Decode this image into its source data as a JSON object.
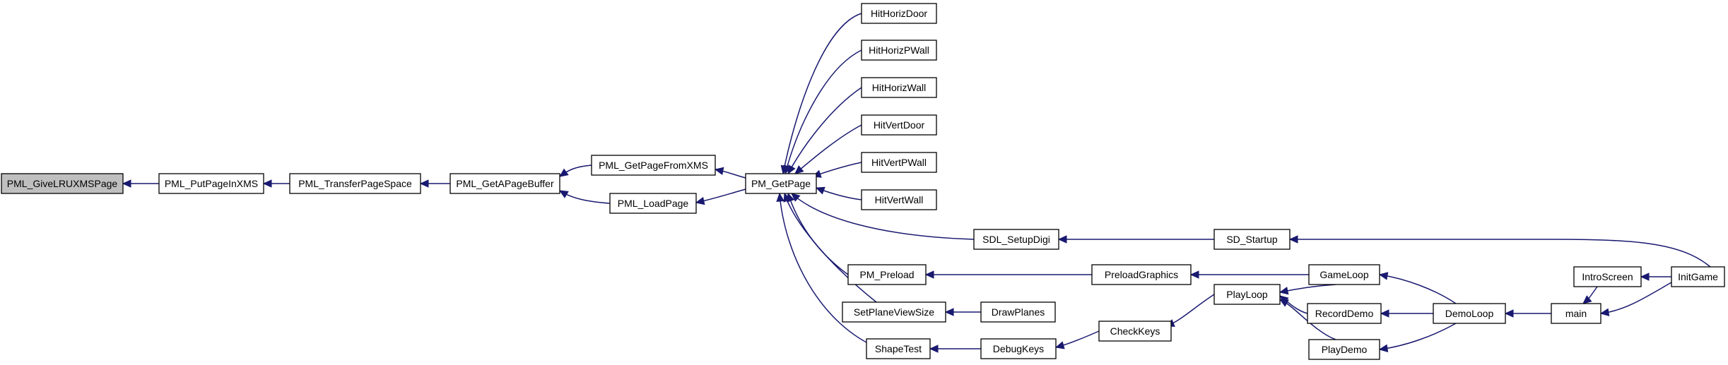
{
  "diagram": {
    "type": "caller-graph",
    "colors": {
      "edge": "#191970",
      "node_border": "#000000",
      "root_fill": "#bfbfbf",
      "node_fill": "#ffffff"
    },
    "nodes": [
      {
        "id": "giveLRU",
        "label": "PML_GiveLRUXMSPage",
        "root": true
      },
      {
        "id": "putPage",
        "label": "PML_PutPageInXMS"
      },
      {
        "id": "transfer",
        "label": "PML_TransferPageSpace"
      },
      {
        "id": "getAPage",
        "label": "PML_GetAPageBuffer"
      },
      {
        "id": "fromXMS",
        "label": "PML_GetPageFromXMS"
      },
      {
        "id": "loadPage",
        "label": "PML_LoadPage"
      },
      {
        "id": "getPage",
        "label": "PM_GetPage"
      },
      {
        "id": "hhDoor",
        "label": "HitHorizDoor"
      },
      {
        "id": "hhPWall",
        "label": "HitHorizPWall"
      },
      {
        "id": "hhWall",
        "label": "HitHorizWall"
      },
      {
        "id": "hvDoor",
        "label": "HitVertDoor"
      },
      {
        "id": "hvPWall",
        "label": "HitVertPWall"
      },
      {
        "id": "hvWall",
        "label": "HitVertWall"
      },
      {
        "id": "setupDigi",
        "label": "SDL_SetupDigi"
      },
      {
        "id": "sdStartup",
        "label": "SD_Startup"
      },
      {
        "id": "preload",
        "label": "PM_Preload"
      },
      {
        "id": "preloadGfx",
        "label": "PreloadGraphics"
      },
      {
        "id": "setPlane",
        "label": "SetPlaneViewSize"
      },
      {
        "id": "drawPlanes",
        "label": "DrawPlanes"
      },
      {
        "id": "shapeTest",
        "label": "ShapeTest"
      },
      {
        "id": "debugKeys",
        "label": "DebugKeys"
      },
      {
        "id": "checkKeys",
        "label": "CheckKeys"
      },
      {
        "id": "playLoop",
        "label": "PlayLoop"
      },
      {
        "id": "gameLoop",
        "label": "GameLoop"
      },
      {
        "id": "recordDemo",
        "label": "RecordDemo"
      },
      {
        "id": "playDemo",
        "label": "PlayDemo"
      },
      {
        "id": "demoLoop",
        "label": "DemoLoop"
      },
      {
        "id": "main",
        "label": "main"
      },
      {
        "id": "introScreen",
        "label": "IntroScreen"
      },
      {
        "id": "initGame",
        "label": "InitGame"
      }
    ],
    "edges": [
      {
        "from": "putPage",
        "to": "giveLRU"
      },
      {
        "from": "transfer",
        "to": "putPage"
      },
      {
        "from": "getAPage",
        "to": "transfer"
      },
      {
        "from": "fromXMS",
        "to": "getAPage"
      },
      {
        "from": "loadPage",
        "to": "getAPage"
      },
      {
        "from": "getPage",
        "to": "fromXMS"
      },
      {
        "from": "getPage",
        "to": "loadPage"
      },
      {
        "from": "hhDoor",
        "to": "getPage"
      },
      {
        "from": "hhPWall",
        "to": "getPage"
      },
      {
        "from": "hhWall",
        "to": "getPage"
      },
      {
        "from": "hvDoor",
        "to": "getPage"
      },
      {
        "from": "hvPWall",
        "to": "getPage"
      },
      {
        "from": "hvWall",
        "to": "getPage"
      },
      {
        "from": "setupDigi",
        "to": "getPage"
      },
      {
        "from": "preload",
        "to": "getPage"
      },
      {
        "from": "setPlane",
        "to": "getPage"
      },
      {
        "from": "shapeTest",
        "to": "getPage"
      },
      {
        "from": "sdStartup",
        "to": "setupDigi"
      },
      {
        "from": "initGame",
        "to": "sdStartup"
      },
      {
        "from": "preloadGfx",
        "to": "preload"
      },
      {
        "from": "gameLoop",
        "to": "preloadGfx"
      },
      {
        "from": "drawPlanes",
        "to": "setPlane"
      },
      {
        "from": "debugKeys",
        "to": "shapeTest"
      },
      {
        "from": "checkKeys",
        "to": "debugKeys"
      },
      {
        "from": "playLoop",
        "to": "checkKeys"
      },
      {
        "from": "gameLoop",
        "to": "playLoop"
      },
      {
        "from": "recordDemo",
        "to": "playLoop"
      },
      {
        "from": "playDemo",
        "to": "playLoop"
      },
      {
        "from": "demoLoop",
        "to": "gameLoop"
      },
      {
        "from": "demoLoop",
        "to": "recordDemo"
      },
      {
        "from": "demoLoop",
        "to": "playDemo"
      },
      {
        "from": "main",
        "to": "demoLoop"
      },
      {
        "from": "introScreen",
        "to": "main"
      },
      {
        "from": "initGame",
        "to": "main"
      },
      {
        "from": "initGame",
        "to": "introScreen"
      }
    ]
  }
}
